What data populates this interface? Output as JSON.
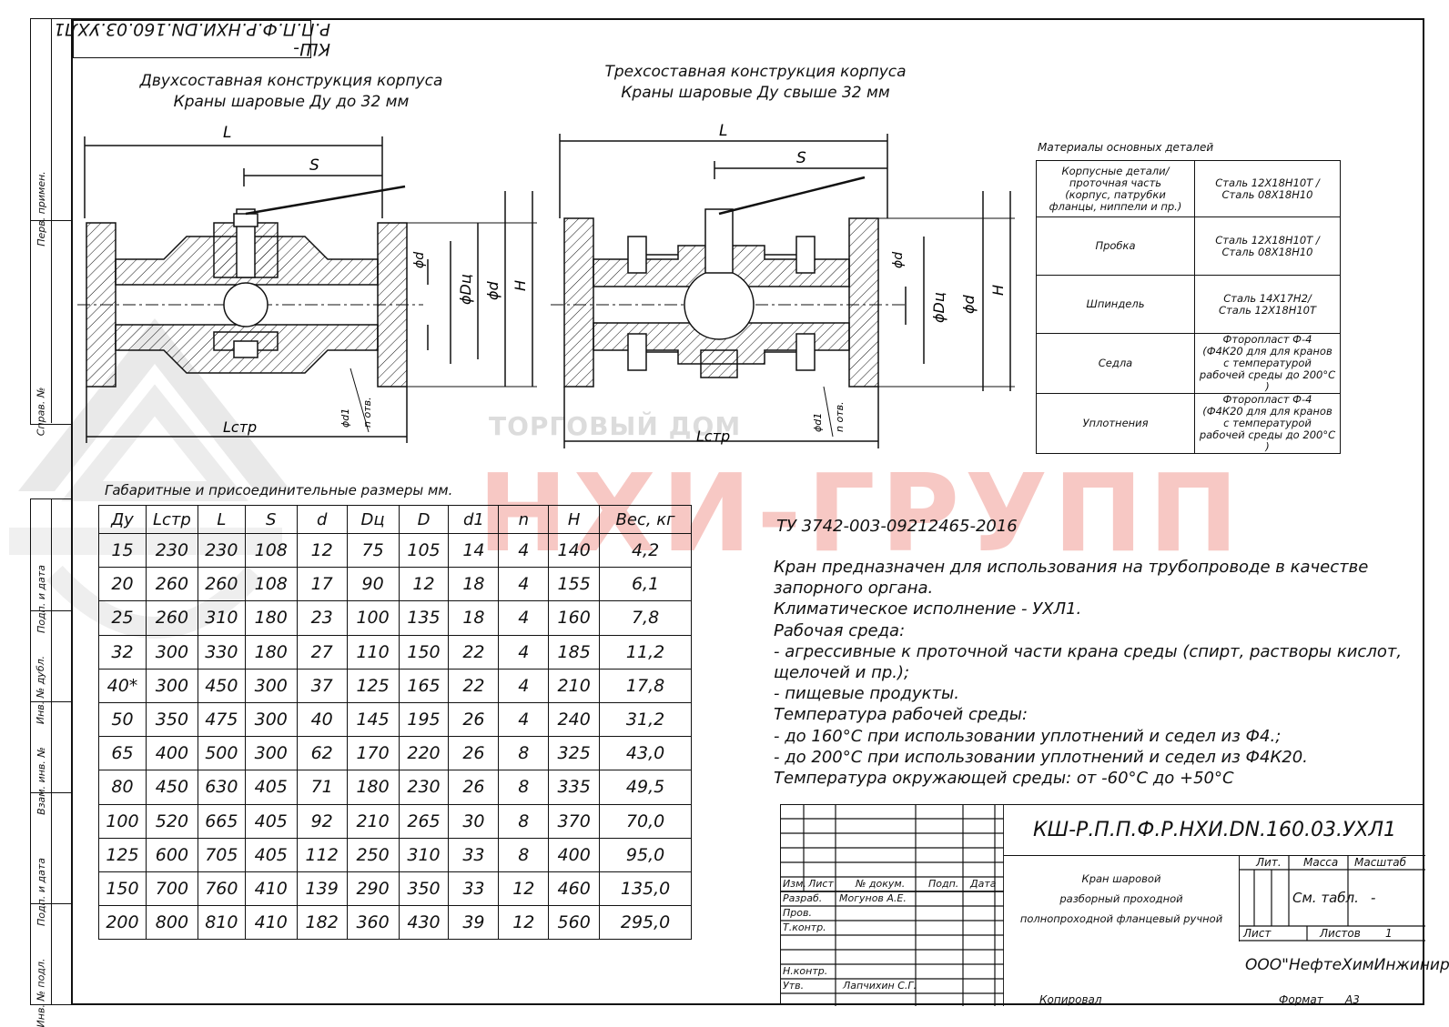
{
  "stamp_rotated": "КШ-Р.П.П.Ф.Р.НХИ.DN.160.03.УХЛ1",
  "side_labels": {
    "top": [
      "Перв. примен.",
      "Справ. №"
    ],
    "bottom": [
      "Подп. и дата",
      "Инв. № дубл.",
      "Взам. инв. №",
      "Подп. и дата",
      "Инв. № подл."
    ]
  },
  "watermark": {
    "main": "НХИ-ГРУПП",
    "small": "ТОРГОВЫЙ ДОМ"
  },
  "drawings": {
    "left": {
      "title1": "Двухсоставная конструкция корпуса",
      "title2": "Краны шаровые Ду до 32 мм"
    },
    "right": {
      "title1": "Трехсоставная конструкция корпуса",
      "title2": "Краны шаровые Ду свыше 32 мм"
    },
    "dims": {
      "L": "L",
      "S": "S",
      "H": "H",
      "Lstr": "Lстр",
      "phid": "ϕd",
      "phiDc": "ϕDц",
      "phiD": "ϕd",
      "phid1": "ϕd1",
      "nholes": "n отв."
    }
  },
  "materials": {
    "caption": "Материалы основных деталей",
    "rows": [
      {
        "part": [
          "Корпусные детали/",
          "проточная часть",
          "(корпус, патрубки",
          "фланцы, ниппели и пр.)"
        ],
        "material": [
          "Сталь 12Х18Н10Т /",
          "Сталь 08Х18Н10"
        ]
      },
      {
        "part": [
          "Пробка"
        ],
        "material": [
          "Сталь 12Х18Н10Т /",
          "Сталь 08Х18Н10"
        ]
      },
      {
        "part": [
          "Шпиндель"
        ],
        "material": [
          "Сталь 14Х17Н2/",
          "Сталь 12Х18Н10Т"
        ]
      },
      {
        "part": [
          "Седла"
        ],
        "material": [
          "Фторопласт Ф-4",
          "(Ф4К20 для для кранов",
          "с температурой",
          "рабочей среды до 200°С )"
        ]
      },
      {
        "part": [
          "Уплотнения"
        ],
        "material": [
          "Фторопласт Ф-4",
          "(Ф4К20 для для кранов",
          "с температурой",
          "рабочей среды до 200°С )"
        ]
      }
    ]
  },
  "dims_table": {
    "caption": "Габаритные и присоединительные размеры мм.",
    "headers": [
      "Ду",
      "Lстр",
      "L",
      "S",
      "d",
      "Dц",
      "D",
      "d1",
      "n",
      "H",
      "Вес, кг"
    ],
    "rows": [
      [
        "15",
        "230",
        "230",
        "108",
        "12",
        "75",
        "105",
        "14",
        "4",
        "140",
        "4,2"
      ],
      [
        "20",
        "260",
        "260",
        "108",
        "17",
        "90",
        "12",
        "18",
        "4",
        "155",
        "6,1"
      ],
      [
        "25",
        "260",
        "310",
        "180",
        "23",
        "100",
        "135",
        "18",
        "4",
        "160",
        "7,8"
      ],
      [
        "32",
        "300",
        "330",
        "180",
        "27",
        "110",
        "150",
        "22",
        "4",
        "185",
        "11,2"
      ],
      [
        "40*",
        "300",
        "450",
        "300",
        "37",
        "125",
        "165",
        "22",
        "4",
        "210",
        "17,8"
      ],
      [
        "50",
        "350",
        "475",
        "300",
        "40",
        "145",
        "195",
        "26",
        "4",
        "240",
        "31,2"
      ],
      [
        "65",
        "400",
        "500",
        "300",
        "62",
        "170",
        "220",
        "26",
        "8",
        "325",
        "43,0"
      ],
      [
        "80",
        "450",
        "630",
        "405",
        "71",
        "180",
        "230",
        "26",
        "8",
        "335",
        "49,5"
      ],
      [
        "100",
        "520",
        "665",
        "405",
        "92",
        "210",
        "265",
        "30",
        "8",
        "370",
        "70,0"
      ],
      [
        "125",
        "600",
        "705",
        "405",
        "112",
        "250",
        "310",
        "33",
        "8",
        "400",
        "95,0"
      ],
      [
        "150",
        "700",
        "760",
        "410",
        "139",
        "290",
        "350",
        "33",
        "12",
        "460",
        "135,0"
      ],
      [
        "200",
        "800",
        "810",
        "410",
        "182",
        "360",
        "430",
        "39",
        "12",
        "560",
        "295,0"
      ]
    ]
  },
  "notes": {
    "tu": "ТУ 3742-003-09212465-2016",
    "lines": [
      "Кран предназначен для использования на трубопроводе в качестве",
      "запорного органа.",
      "Климатическое исполнение - УХЛ1.",
      "Рабочая среда:",
      "- агрессивные к проточной части крана среды (спирт, растворы кислот,",
      "щелочей и пр.);",
      "- пищевые продукты.",
      "Температура рабочей среды:",
      "- до 160°С при использовании уплотнений и седел из Ф4.;",
      "- до 200°С при использовании уплотнений и седел из Ф4К20.",
      "Температура окружающей среды: от -60°С до +50°С"
    ]
  },
  "title_block": {
    "designation": "КШ-Р.П.П.Ф.Р.НХИ.DN.160.03.УХЛ1",
    "name": [
      "Кран шаровой",
      "разборный проходной",
      "полнопроходной фланцевый ручной"
    ],
    "cols": {
      "izm": "Изм.",
      "list": "Лист",
      "docnum": "№ докум.",
      "podp": "Подп.",
      "data": "Дата"
    },
    "roles": {
      "razrab": "Разраб.",
      "prov": "Пров.",
      "tkontr": "Т.контр.",
      "nkontr": "Н.контр.",
      "utv": "Утв."
    },
    "people": {
      "razrab": "Могунов А.Е.",
      "utv": "Лапчихин С.Г."
    },
    "lit": "Лит.",
    "massa": "Масса",
    "masshtab": "Масштаб",
    "massa_val": "См. табл.",
    "masshtab_val": "-",
    "list_label": "Лист",
    "listov_label": "Листов",
    "listov_val": "1",
    "company": "ООО\"НефтеХимИнжиниринг\"",
    "kopiroval": "Копировал",
    "format": "Формат",
    "format_val": "А3"
  }
}
